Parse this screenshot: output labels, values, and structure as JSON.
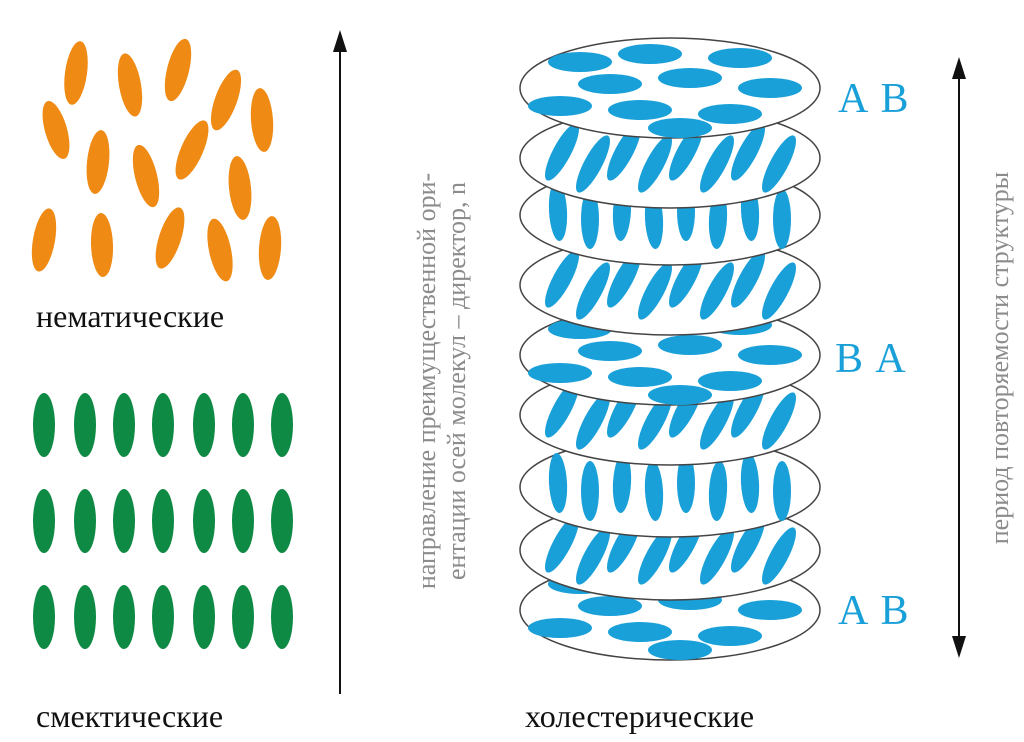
{
  "labels": {
    "nematic": "нематические",
    "smectic": "смектические",
    "cholesteric": "холестерические"
  },
  "director_axis": {
    "line1": "направление преимущественной ори-",
    "line2": "ентации осей молекул  –  директор, n"
  },
  "period_axis": {
    "label": "период повторяемости структуры"
  },
  "layer_labels": {
    "top": "A  B",
    "middle": "B  A",
    "bottom": "A  B"
  },
  "colors": {
    "nematic": "#ef8a14",
    "smectic": "#0f8a45",
    "cholesteric": "#1aa0d8",
    "disc_outline": "#444444",
    "axis": "#111111",
    "axis_text": "#8c8c8c"
  }
}
